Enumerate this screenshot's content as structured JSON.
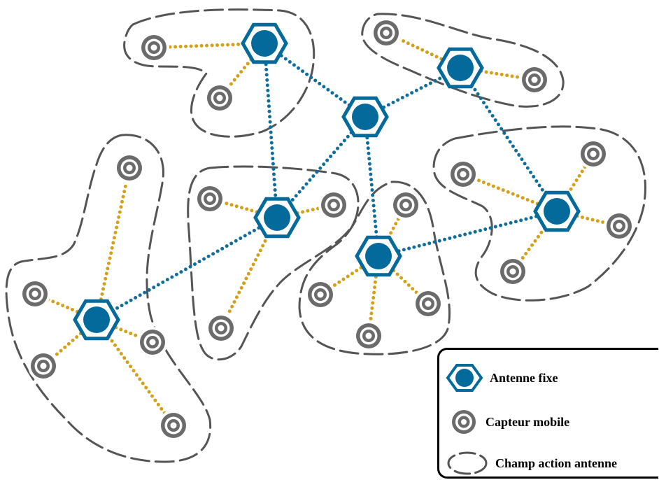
{
  "colors": {
    "antenna": "#046a9c",
    "antenna_link": "#0e6d9a",
    "sensor": "#6b6b6b",
    "sensor_link": "#d4a017",
    "zone_outline": "#555555"
  },
  "legend": {
    "antenna_label": "Antenne fixe",
    "sensor_label": "Capteur mobile",
    "zone_label": "Champ action antenne"
  }
}
